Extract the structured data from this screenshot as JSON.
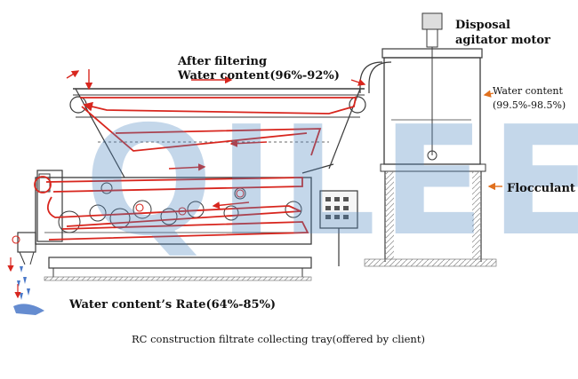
{
  "labels": {
    "motor_line1": "Disposal",
    "motor_line2": "agitator motor",
    "after_line1": "After filtering",
    "after_line2": "Water content(96%-92%)",
    "wc_right_line1": "Water content",
    "wc_right_line2": "(99.5%-98.5%)",
    "flocculant": "Flocculant",
    "rate": "Water content’s Rate(64%-85%)",
    "tray": "RC construction filtrate collecting tray(offered by client)"
  },
  "watermark": "QILEE",
  "colors": {
    "line": "#3a3a3a",
    "flow": "#d8261e",
    "arrow_orange": "#e0701e",
    "watermark": "#4682be",
    "drip": "#4a78c8"
  }
}
